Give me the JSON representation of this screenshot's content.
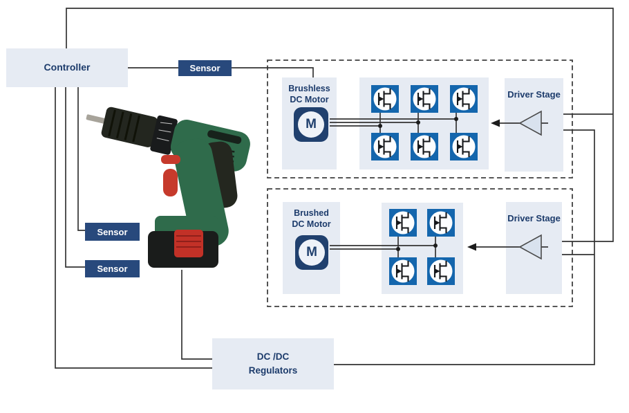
{
  "controller": {
    "label": "Controller"
  },
  "sensor_top": {
    "label": "Sensor"
  },
  "sensor_left_upper": {
    "label": "Sensor"
  },
  "sensor_left_lower": {
    "label": "Sensor"
  },
  "brushless_section": {
    "motor_title_line1": "Brushless",
    "motor_title_line2": "DC Motor",
    "motor_letter": "M",
    "driver_label": "Driver Stage",
    "mosfet_count": 6
  },
  "brushed_section": {
    "motor_title_line1": "Brushed",
    "motor_title_line2": "DC Motor",
    "motor_letter": "M",
    "driver_label": "Driver Stage",
    "mosfet_count": 4
  },
  "dcdc_regulators": {
    "label_line1": "DC /DC",
    "label_line2": "Regulators"
  },
  "icons": {
    "mosfet": "n-mosfet-icon",
    "motor": "dc-motor-icon",
    "driver": "amplifier-triangle-icon",
    "photo": "cordless-drill-image"
  },
  "colors": {
    "light_box_fill": "#e6ebf3",
    "sensor_box_fill": "#28497c",
    "motor_icon_fill": "#20406e",
    "mosfet_tile_blue": "#1466ad",
    "label_text": "#1c3b6b",
    "connector_line": "#333333",
    "drill_green": "#2f6b4b",
    "drill_red": "#c63a2c"
  }
}
